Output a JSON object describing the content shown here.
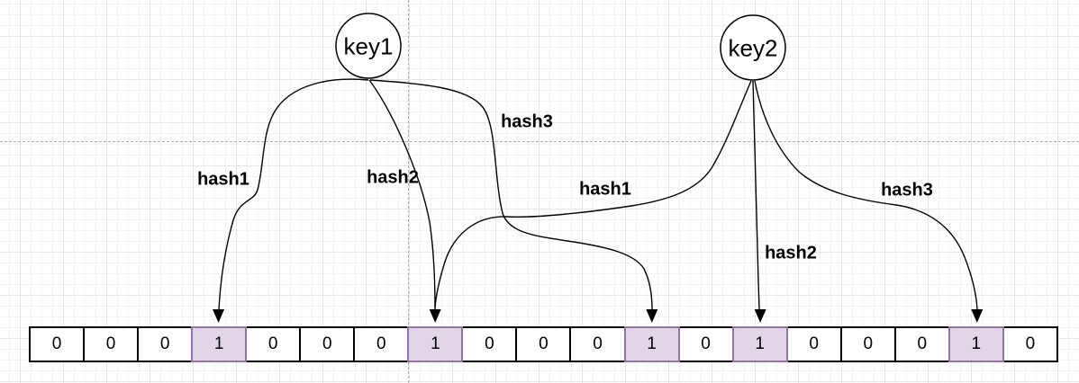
{
  "keys": [
    {
      "id": "key1",
      "label": "key1"
    },
    {
      "id": "key2",
      "label": "key2"
    }
  ],
  "edges": [
    {
      "from": "key1",
      "label": "hash1",
      "target_cell": 3
    },
    {
      "from": "key1",
      "label": "hash2",
      "target_cell": 7
    },
    {
      "from": "key1",
      "label": "hash3",
      "target_cell": 11
    },
    {
      "from": "key2",
      "label": "hash1",
      "target_cell": 7
    },
    {
      "from": "key2",
      "label": "hash2",
      "target_cell": 13
    },
    {
      "from": "key2",
      "label": "hash3",
      "target_cell": 17
    }
  ],
  "bit_array": {
    "cells": [
      0,
      0,
      0,
      1,
      0,
      0,
      0,
      1,
      0,
      0,
      0,
      1,
      0,
      1,
      0,
      0,
      0,
      1,
      0
    ]
  },
  "colors": {
    "highlight_fill": "#e1d5e7",
    "highlight_stroke": "#9673a6",
    "cell_stroke": "#000000",
    "line": "#000000"
  }
}
